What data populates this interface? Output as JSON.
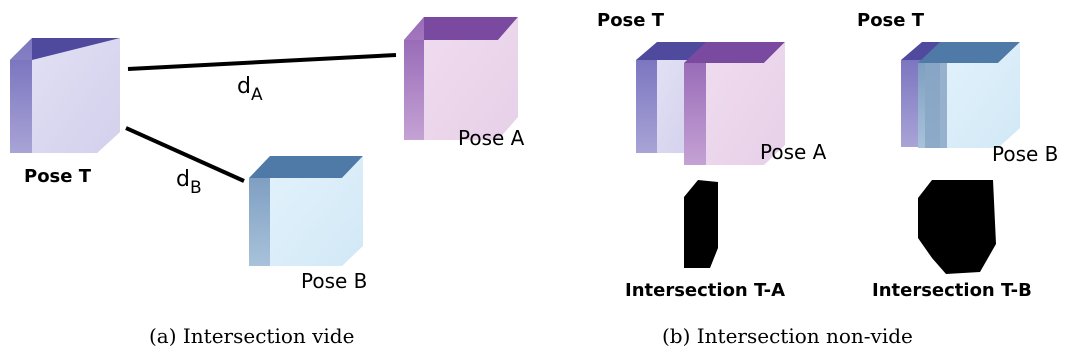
{
  "panel_a": {
    "pose_t": "Pose T",
    "pose_a": "Pose A",
    "pose_b": "Pose B",
    "distance_a": {
      "base": "d",
      "sub": "A"
    },
    "distance_b": {
      "base": "d",
      "sub": "B"
    },
    "caption": "(a) Intersection vide"
  },
  "panel_b": {
    "left_pose_t": "Pose T",
    "left_pose_a": "Pose A",
    "right_pose_t": "Pose T",
    "right_pose_b": "Pose B",
    "intersection_a": "Intersection T-A",
    "intersection_b": "Intersection T-B",
    "caption": "(b) Intersection non-vide"
  },
  "colors": {
    "pose_t_top": "#4f4a9e",
    "pose_t_side": "#8c86c6",
    "pose_t_front": "#dcdaf0",
    "pose_a_top": "#7a4aa0",
    "pose_a_side": "#a77fc0",
    "pose_a_front": "#ecd8ec",
    "pose_b_top": "#4f79a6",
    "pose_b_side": "#8aaac8",
    "pose_b_front": "#d8ecf8",
    "intersection": "#000000"
  }
}
